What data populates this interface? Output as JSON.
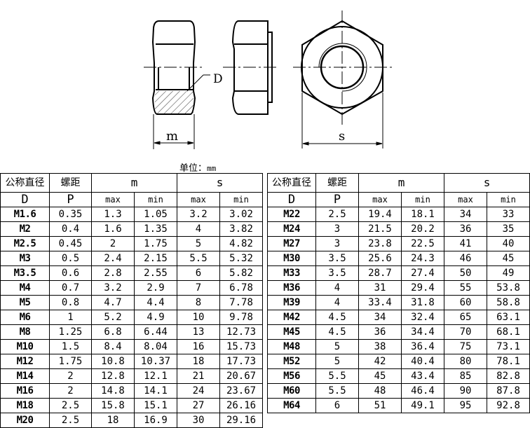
{
  "drawing": {
    "labels": {
      "D": "D",
      "m": "m",
      "s": "s"
    }
  },
  "unit_label": {
    "prefix": "单位：",
    "unit": "mm"
  },
  "table_headers": {
    "nominal_diameter": "公称直径",
    "nominal_symbol": "D",
    "pitch": "螺距",
    "pitch_symbol": "P",
    "m": "m",
    "s": "s",
    "max": "max",
    "min": "min"
  },
  "left_table": {
    "rows": [
      [
        "M1.6",
        "0.35",
        "1.3",
        "1.05",
        "3.2",
        "3.02"
      ],
      [
        "M2",
        "0.4",
        "1.6",
        "1.35",
        "4",
        "3.82"
      ],
      [
        "M2.5",
        "0.45",
        "2",
        "1.75",
        "5",
        "4.82"
      ],
      [
        "M3",
        "0.5",
        "2.4",
        "2.15",
        "5.5",
        "5.32"
      ],
      [
        "M3.5",
        "0.6",
        "2.8",
        "2.55",
        "6",
        "5.82"
      ],
      [
        "M4",
        "0.7",
        "3.2",
        "2.9",
        "7",
        "6.78"
      ],
      [
        "M5",
        "0.8",
        "4.7",
        "4.4",
        "8",
        "7.78"
      ],
      [
        "M6",
        "1",
        "5.2",
        "4.9",
        "10",
        "9.78"
      ],
      [
        "M8",
        "1.25",
        "6.8",
        "6.44",
        "13",
        "12.73"
      ],
      [
        "M10",
        "1.5",
        "8.4",
        "8.04",
        "16",
        "15.73"
      ],
      [
        "M12",
        "1.75",
        "10.8",
        "10.37",
        "18",
        "17.73"
      ],
      [
        "M14",
        "2",
        "12.8",
        "12.1",
        "21",
        "20.67"
      ],
      [
        "M16",
        "2",
        "14.8",
        "14.1",
        "24",
        "23.67"
      ],
      [
        "M18",
        "2.5",
        "15.8",
        "15.1",
        "27",
        "26.16"
      ],
      [
        "M20",
        "2.5",
        "18",
        "16.9",
        "30",
        "29.16"
      ]
    ]
  },
  "right_table": {
    "rows": [
      [
        "M22",
        "2.5",
        "19.4",
        "18.1",
        "34",
        "33"
      ],
      [
        "M24",
        "3",
        "21.5",
        "20.2",
        "36",
        "35"
      ],
      [
        "M27",
        "3",
        "23.8",
        "22.5",
        "41",
        "40"
      ],
      [
        "M30",
        "3.5",
        "25.6",
        "24.3",
        "46",
        "45"
      ],
      [
        "M33",
        "3.5",
        "28.7",
        "27.4",
        "50",
        "49"
      ],
      [
        "M36",
        "4",
        "31",
        "29.4",
        "55",
        "53.8"
      ],
      [
        "M39",
        "4",
        "33.4",
        "31.8",
        "60",
        "58.8"
      ],
      [
        "M42",
        "4.5",
        "34",
        "32.4",
        "65",
        "63.1"
      ],
      [
        "M45",
        "4.5",
        "36",
        "34.4",
        "70",
        "68.1"
      ],
      [
        "M48",
        "5",
        "38",
        "36.4",
        "75",
        "73.1"
      ],
      [
        "M52",
        "5",
        "42",
        "40.4",
        "80",
        "78.1"
      ],
      [
        "M56",
        "5.5",
        "45",
        "43.4",
        "85",
        "82.8"
      ],
      [
        "M60",
        "5.5",
        "48",
        "46.4",
        "90",
        "87.8"
      ],
      [
        "M64",
        "6",
        "51",
        "49.1",
        "95",
        "92.8"
      ]
    ]
  }
}
